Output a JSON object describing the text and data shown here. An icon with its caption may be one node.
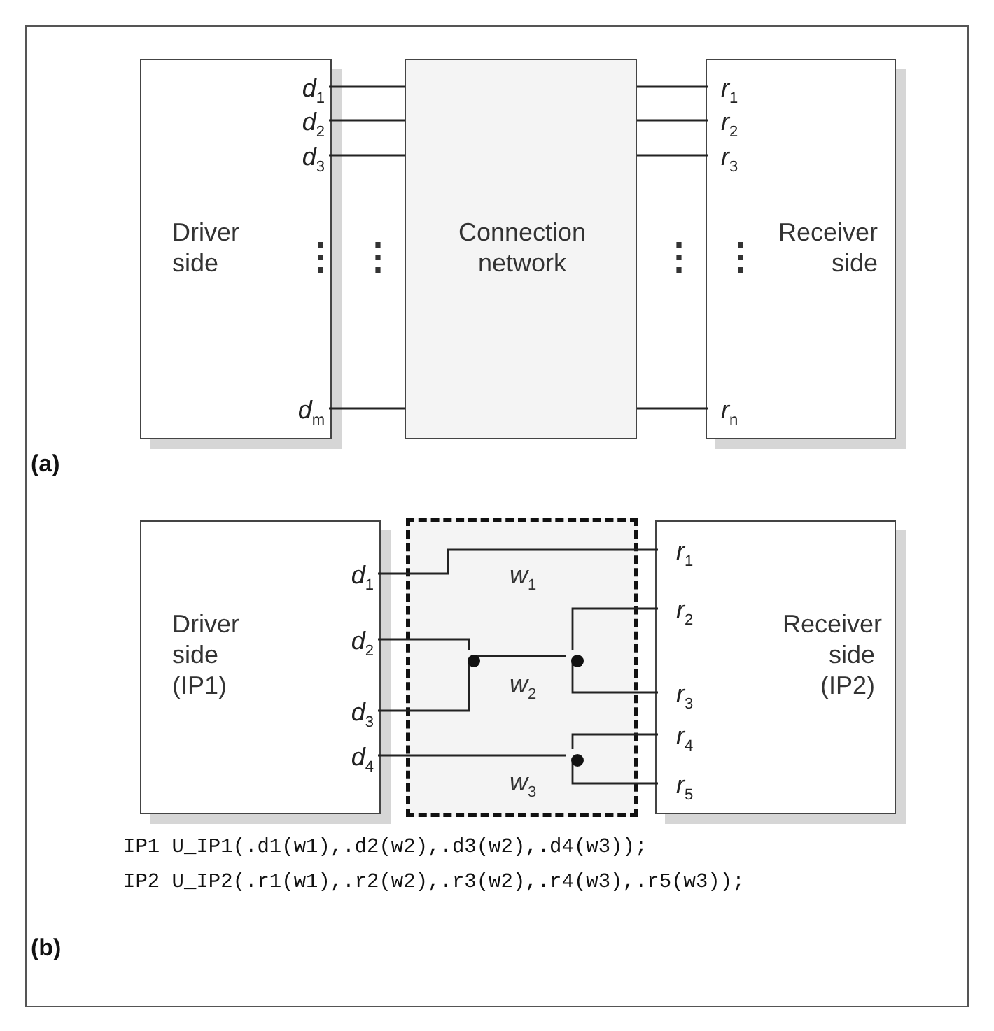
{
  "diagram": {
    "nodes": [
      {
        "text": [
          "Driver side"
        ]
      },
      {
        "text": [
          "d$_{1}$"
        ],
        "in": 0
      },
      {
        "text": [
          "d$_{2}$"
        ],
        "in": 0
      },
      {
        "text": [
          "d$_{3}$"
        ],
        "in": 0
      },
      {
        "text": [
          "d$_{m}$"
        ],
        "in": 0
      },
      {
        "text": [
          "Connection network"
        ]
      },
      {
        "text": [
          "Receiver side"
        ]
      },
      {
        "text": [
          "r$_{1}$"
        ],
        "in": 6
      },
      {
        "text": [
          "r$_{2}$"
        ],
        "in": 6
      },
      {
        "text": [
          "r$_{3}$"
        ],
        "in": 6
      },
      {
        "text": [
          "r$_{n}$"
        ],
        "in": 6
      },
      {
        "text": [
          "Driver side (IP1)"
        ]
      },
      {
        "text": [
          "d$_{1}$"
        ],
        "in": 11
      },
      {
        "text": [
          "d$_{2}$"
        ],
        "in": 11
      },
      {
        "text": [
          "d$_{3}$"
        ],
        "in": 11
      },
      {
        "text": [
          "d$_{4}$"
        ],
        "in": 11
      },
      {
        "text": [],
        "shape": "box"
      },
      {
        "text": [],
        "shape": "circle",
        "in": 16
      },
      {
        "text": [],
        "shape": "circle",
        "in": 16
      },
      {
        "text": [],
        "shape": "circle",
        "in": 16
      },
      {
        "text": [
          "Receiver side (IP2)"
        ]
      },
      {
        "text": [
          "r$_{1}$"
        ],
        "in": 20
      },
      {
        "text": [
          "r$_{2}$"
        ],
        "in": 20
      },
      {
        "text": [
          "r$_{3}$"
        ],
        "in": 20
      },
      {
        "text": [
          "r$_{4}$"
        ],
        "in": 20
      },
      {
        "text": [
          "r$_{5}$"
        ],
        "in": 20
      }
    ],
    "edges": [
      {
        "from": 1,
        "to": 5,
        "arrow": "none"
      },
      {
        "from": 2,
        "to": 5,
        "arrow": "none"
      },
      {
        "from": 3,
        "to": 5,
        "arrow": "none"
      },
      {
        "from": 4,
        "to": 5,
        "arrow": "none"
      },
      {
        "from": 5,
        "to": 7,
        "arrow": "none"
      },
      {
        "from": 5,
        "to": 8,
        "arrow": "none"
      },
      {
        "from": 5,
        "to": 9,
        "arrow": "none"
      },
      {
        "from": 5,
        "to": 10,
        "arrow": "none"
      },
      {
        "from": 12,
        "to": 21,
        "arrow": "none",
        "label": "w$_{1}$"
      },
      {
        "from": 13,
        "to": 17,
        "arrow": "none"
      },
      {
        "from": 14,
        "to": 17,
        "arrow": "none"
      },
      {
        "from": 17,
        "to": 18,
        "arrow": "none",
        "label": "w$_{2}$"
      },
      {
        "from": 18,
        "to": 22,
        "arrow": "none"
      },
      {
        "from": 18,
        "to": 23,
        "arrow": "none"
      },
      {
        "from": 15,
        "to": 19,
        "arrow": "none",
        "label": "w$_{3}$"
      },
      {
        "from": 19,
        "to": 24,
        "arrow": "none"
      },
      {
        "from": 19,
        "to": 25,
        "arrow": "none"
      }
    ],
    "labels": [
      "⋮",
      "⋮",
      "⋮",
      "⋮",
      "(a)",
      "IP1 U_IP1(.d1(w1),.d2(w2),.d3(w2),.d4(w3));",
      "IP2 U_IP2(.r1(w1),.r2(w2),.r3(w2),.r4(w3),.r5(w3));",
      "(b)"
    ]
  }
}
